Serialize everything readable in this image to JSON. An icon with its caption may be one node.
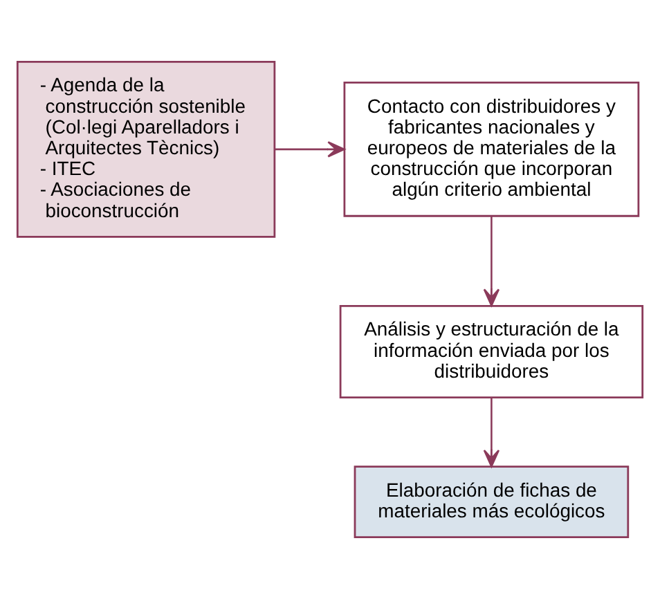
{
  "diagram": {
    "nodes": [
      {
        "text": [
          "Contacto con distribuidores y fabricantes nacionales y europeos de materiales de la construcción que incorporan algún criterio ambiental"
        ]
      },
      {
        "text": [
          "- Agenda de la construcción sostenible (Col·legi Aparelladors i Arquitectes Tècnics)",
          "- ITEC",
          "- Asociaciones de bioconstrucción"
        ]
      },
      {
        "text": [
          "Análisis y estructuración de la información enviada por los distribuidores"
        ]
      },
      {
        "text": [
          "Elaboración de fichas de materiales más ecológicos"
        ]
      }
    ],
    "edges": [
      {
        "from": 1,
        "to": 0,
        "arrow": "to"
      },
      {
        "from": 0,
        "to": 2,
        "arrow": "to"
      },
      {
        "from": 2,
        "to": 3,
        "arrow": "to"
      }
    ]
  }
}
